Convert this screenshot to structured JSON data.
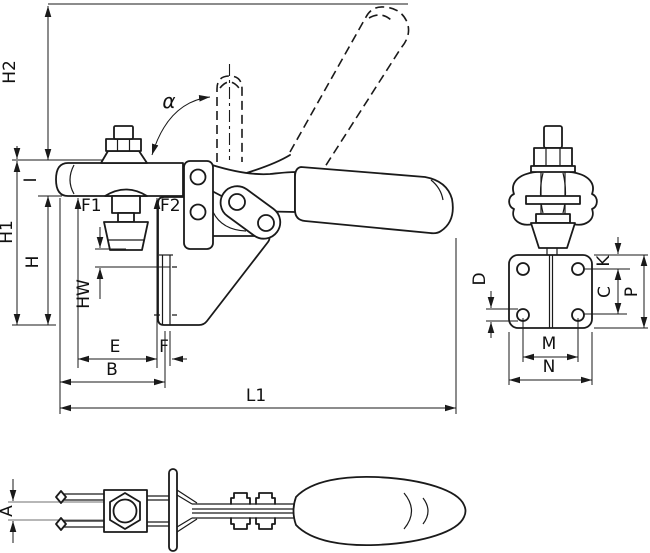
{
  "drawing": {
    "kind": "technical-dimension-drawing",
    "colors": {
      "line": "#1a1a1a",
      "background": "#ffffff",
      "extension_gray": "#8c8c8c"
    },
    "views": {
      "side": {
        "dims": {
          "h2": "H2",
          "i": "I",
          "h1": "H1",
          "h": "H",
          "hw": "HW",
          "f1": "F1",
          "f2": "F2",
          "e": "E",
          "f": "F",
          "b": "B",
          "l1": "L1",
          "alpha": "α"
        }
      },
      "end": {
        "dims": {
          "d": "D",
          "k": "K",
          "c": "C",
          "p": "P",
          "m": "M",
          "n": "N"
        }
      },
      "top": {
        "dims": {
          "a": "A"
        }
      }
    }
  }
}
